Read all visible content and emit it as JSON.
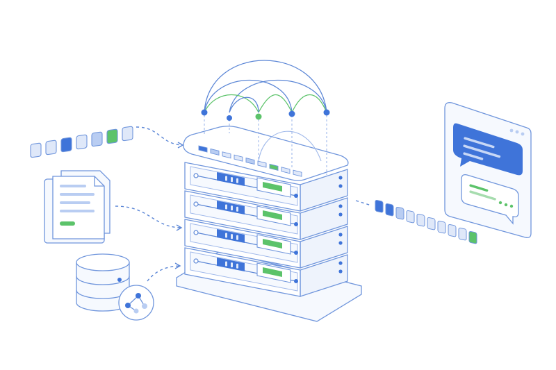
{
  "colors": {
    "background": "#ffffff",
    "line": "#5b86d6",
    "line_light": "#9fb8ea",
    "outline": "#6f95dc",
    "fill_light": "#eef3fc",
    "fill_panel": "#f6f9fe",
    "blue": "#3f74d9",
    "blue_light": "#b9cdf2",
    "green": "#5cc36a",
    "green_light": "#d8f1dc",
    "token_pale": "#dfe8f9"
  },
  "inputs": {
    "token_stream": {
      "icon": "token-stream-icon",
      "token_count": 7
    },
    "documents": {
      "icon": "document-stack-icon"
    },
    "database": {
      "icon": "database-with-graph-icon"
    }
  },
  "server": {
    "icon": "server-rack-icon",
    "rack_count": 4,
    "arcs": {
      "icon": "network-arcs-icon"
    }
  },
  "output": {
    "token_stream": {
      "icon": "output-token-stream-icon",
      "token_count": 10
    },
    "chat_window": {
      "icon": "chat-window-icon"
    }
  }
}
